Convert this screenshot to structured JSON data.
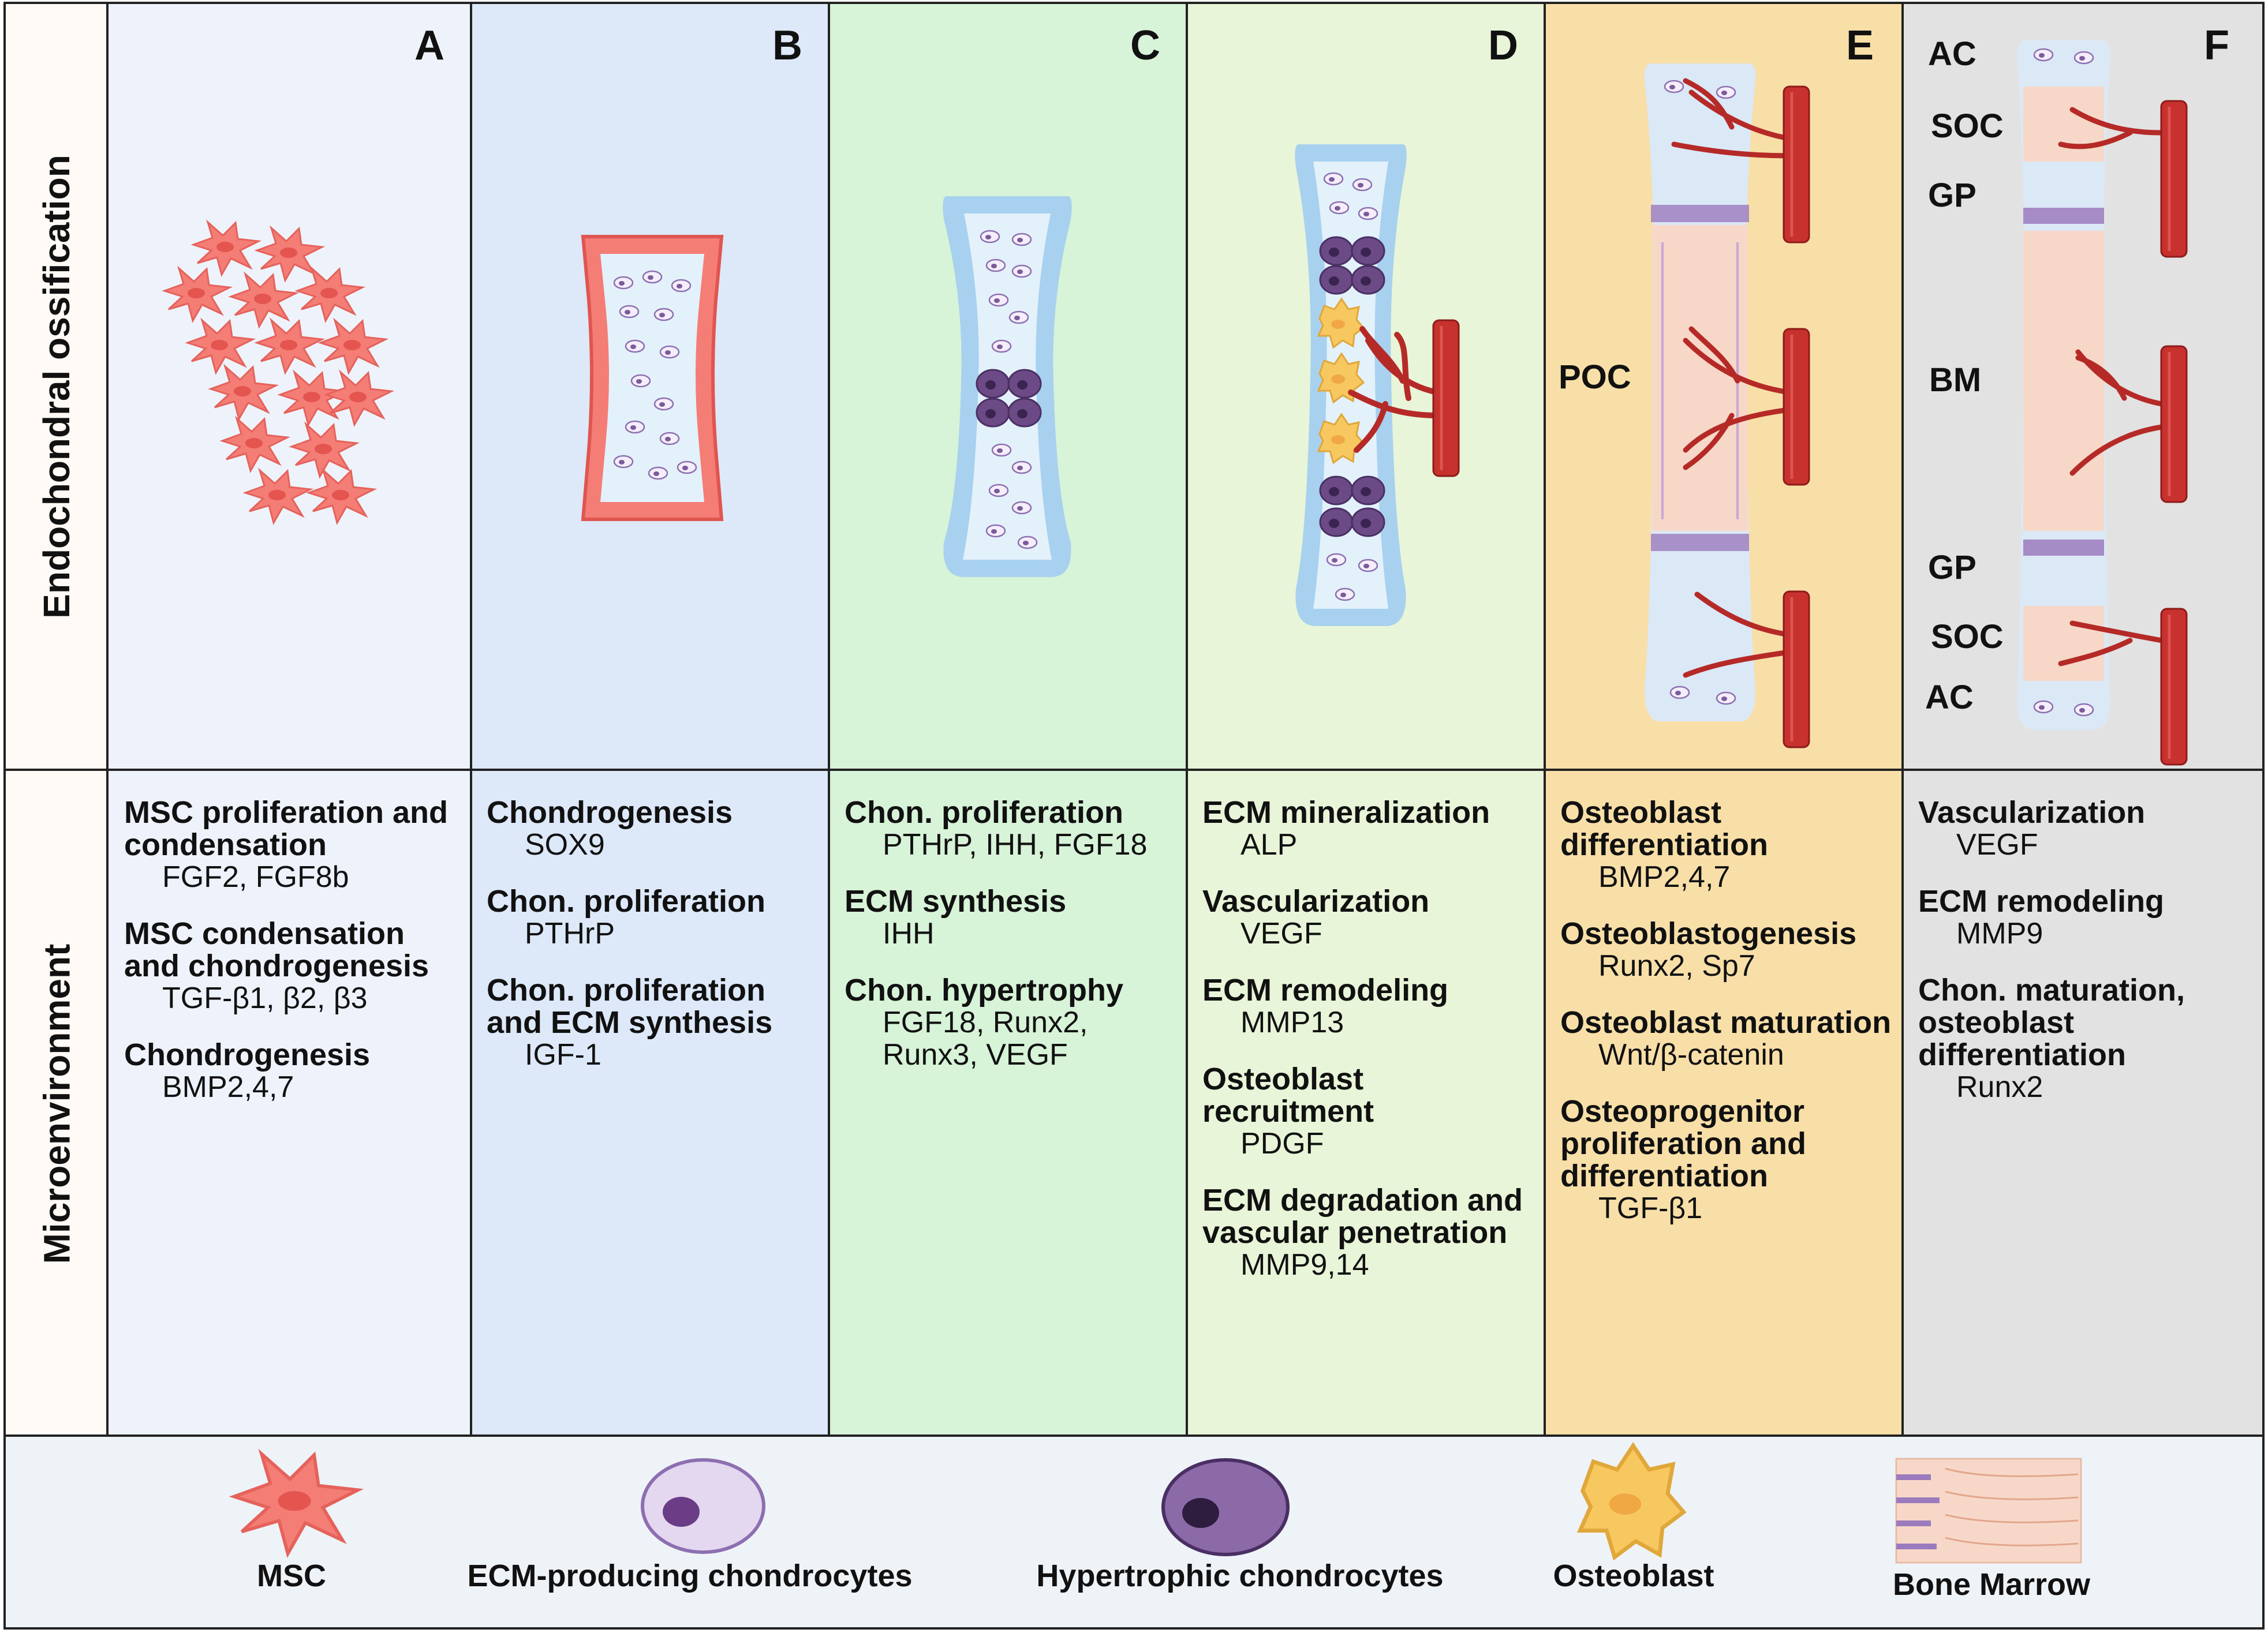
{
  "row_labels": {
    "top": "Endochondral ossification",
    "bottom": "Microenvironment"
  },
  "panels": [
    {
      "letter": "A",
      "color": "#eef3fb",
      "factors": [
        {
          "title": "MSC proliferation and condensation",
          "genes": "FGF2, FGF8b"
        },
        {
          "title": "MSC condensation and chondrogenesis",
          "genes": "TGF-β1, β2, β3"
        },
        {
          "title": "Chondrogenesis",
          "genes": "BMP2,4,7"
        }
      ]
    },
    {
      "letter": "B",
      "color": "#dde8f9",
      "factors": [
        {
          "title": "Chondrogenesis",
          "genes": "SOX9"
        },
        {
          "title": "Chon. proliferation",
          "genes": "PTHrP"
        },
        {
          "title": "Chon. proliferation and ECM synthesis",
          "genes": "IGF-1"
        }
      ]
    },
    {
      "letter": "C",
      "color": "#d7f3d8",
      "factors": [
        {
          "title": "Chon. proliferation",
          "genes": "PTHrP, IHH, FGF18"
        },
        {
          "title": "ECM synthesis",
          "genes": "IHH"
        },
        {
          "title": "Chon. hypertrophy",
          "genes": "FGF18, Runx2, Runx3, VEGF"
        }
      ]
    },
    {
      "letter": "D",
      "color": "#e8f5d8",
      "factors": [
        {
          "title": "ECM mineralization",
          "genes": "ALP"
        },
        {
          "title": "Vascularization",
          "genes": "VEGF"
        },
        {
          "title": "ECM remodeling",
          "genes": "MMP13"
        },
        {
          "title": "Osteoblast recruitment",
          "genes": "PDGF"
        },
        {
          "title": "ECM degradation and vascular penetration",
          "genes": "MMP9,14"
        }
      ]
    },
    {
      "letter": "E",
      "color": "#f8dfa8",
      "factors": [
        {
          "title": "Osteoblast differentiation",
          "genes": "BMP2,4,7"
        },
        {
          "title": "Osteoblastogenesis",
          "genes": "Runx2, Sp7"
        },
        {
          "title": "Osteoblast maturation",
          "genes": "Wnt/β-catenin"
        },
        {
          "title": "Osteoprogenitor proliferation and differentiation",
          "genes": "TGF-β1"
        }
      ]
    },
    {
      "letter": "F",
      "color": "#e2e2e2",
      "factors": [
        {
          "title": "Vascularization",
          "genes": "VEGF"
        },
        {
          "title": "ECM remodeling",
          "genes": "MMP9"
        },
        {
          "title": "Chon. maturation, osteoblast differentiation",
          "genes": "Runx2"
        }
      ]
    }
  ],
  "zone_labels": {
    "poc": "POC",
    "f": {
      "ac_top": "AC",
      "soc_top": "SOC",
      "gp_top": "GP",
      "bm": "BM",
      "gp_bottom": "GP",
      "soc_bottom": "SOC",
      "ac_bottom": "AC"
    }
  },
  "legend": {
    "items": [
      {
        "label": "MSC",
        "icon": "msc-cell-icon"
      },
      {
        "label": "ECM-producing chondrocytes",
        "icon": "chondrocyte-icon"
      },
      {
        "label": "Hypertrophic chondrocytes",
        "icon": "hypertrophic-chondrocyte-icon"
      },
      {
        "label": "Osteoblast",
        "icon": "osteoblast-icon"
      },
      {
        "label": "Bone Marrow",
        "icon": "bone-marrow-icon"
      }
    ]
  },
  "colors": {
    "msc": "#f47d76",
    "cartilage": "#a8d1ef",
    "cartilage_inner": "#e3f1fb",
    "hypertrophic": "#6b4a86",
    "chondrocyte": "#b9a3d3",
    "osteoblast": "#f8c860",
    "vessel": "#c7312e",
    "marrow": "#f7d8c8"
  }
}
